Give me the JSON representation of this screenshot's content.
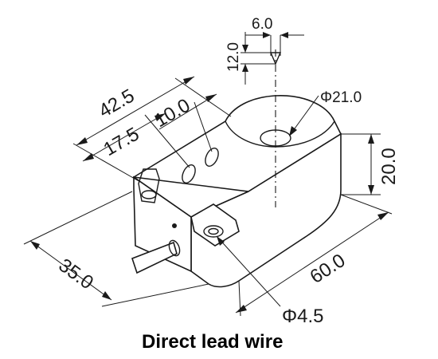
{
  "dimensions": {
    "d_6_0": "6.0",
    "d_12_0": "12.0",
    "d_42_5": "42.5",
    "d_17_5": "17.5",
    "d_10_0": "10.0",
    "d_phi21": "Φ21.0",
    "d_20_0": "20.0",
    "d_35_0": "35.0",
    "d_60_0": "60.0",
    "d_phi4_5": "Φ4.5"
  },
  "caption": "Direct lead wire"
}
